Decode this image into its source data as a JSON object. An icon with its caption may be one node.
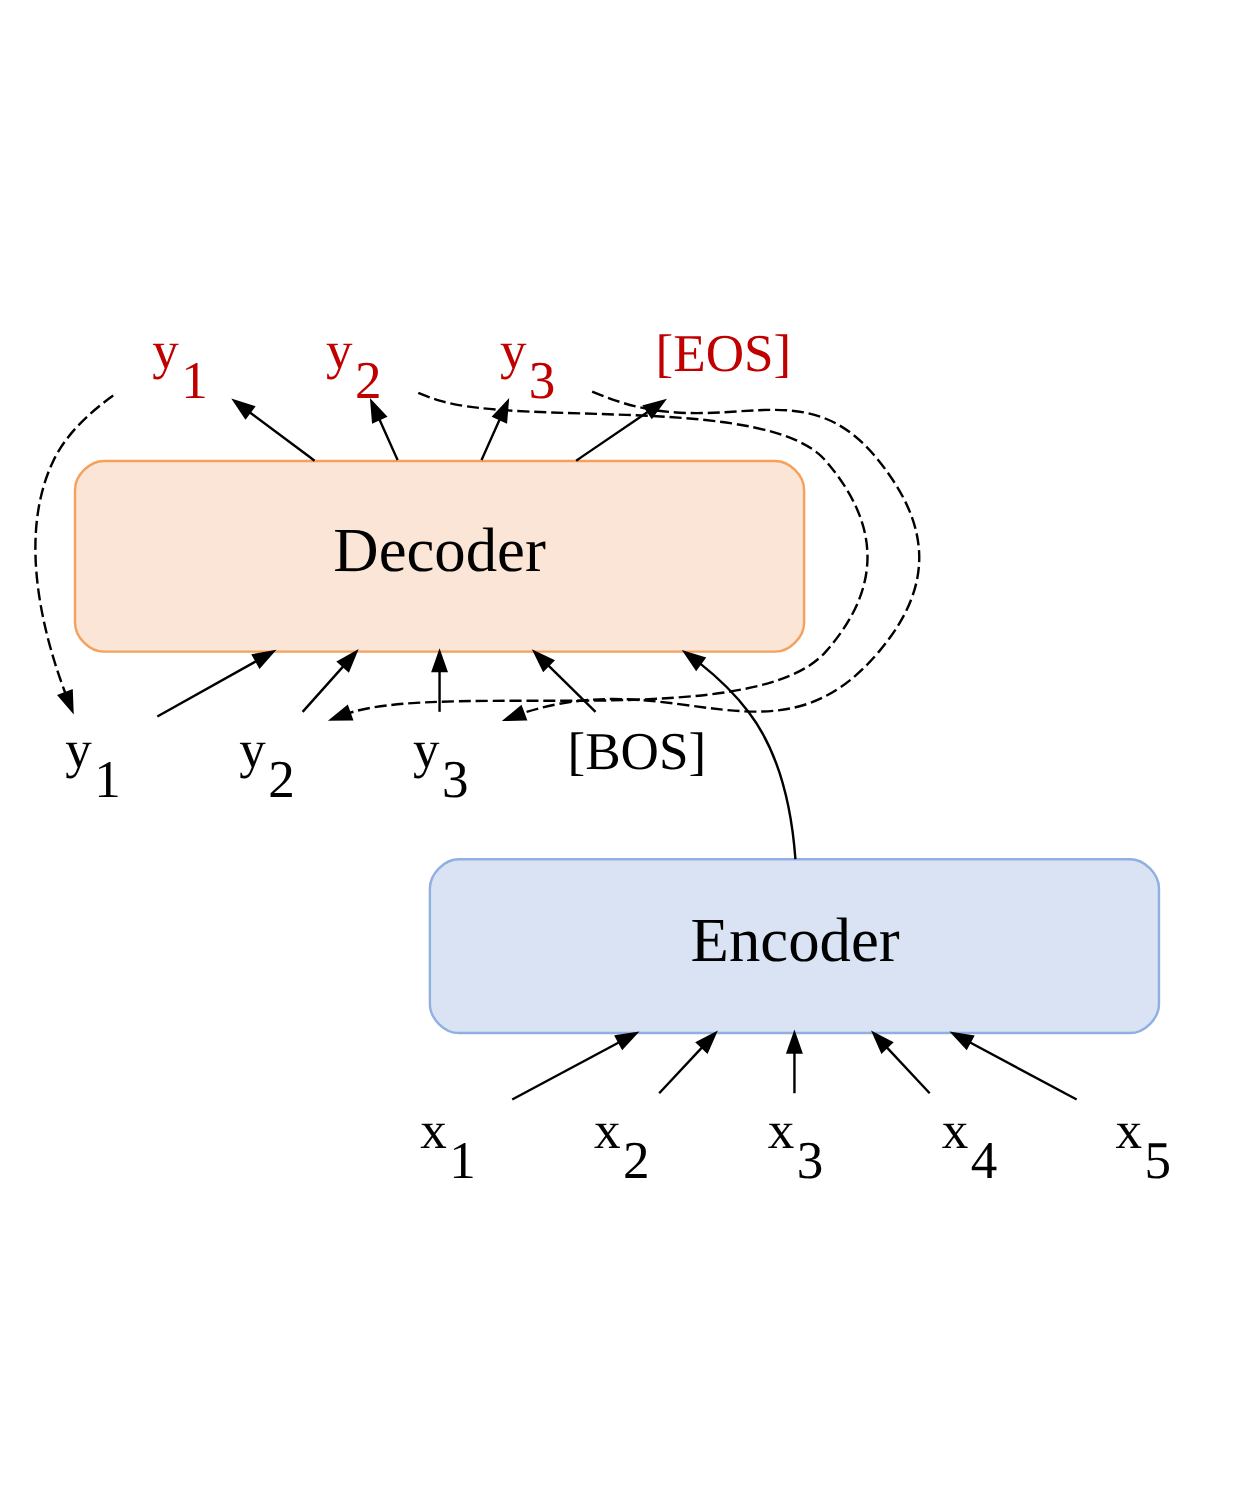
{
  "diagram": {
    "nodes": [
      {
        "text": [
          "Decoder"
        ]
      },
      {
        "text": [
          "Encoder"
        ]
      },
      {
        "text": [
          "y$_{1}$"
        ]
      },
      {
        "text": [
          "y$_{2}$"
        ]
      },
      {
        "text": [
          "y$_{3}$"
        ]
      },
      {
        "text": [
          "[EOS]"
        ]
      },
      {
        "text": [
          "[BOS]"
        ]
      },
      {
        "text": [
          "y$_{1}$"
        ]
      },
      {
        "text": [
          "y$_{2}$"
        ]
      },
      {
        "text": [
          "y$_{3}$"
        ]
      },
      {
        "text": [
          "x$_{1}$"
        ]
      },
      {
        "text": [
          "x$_{2}$"
        ]
      },
      {
        "text": [
          "x$_{3}$"
        ]
      },
      {
        "text": [
          "x$_{4}$"
        ]
      },
      {
        "text": [
          "x$_{5}$"
        ]
      }
    ],
    "edges": [
      {
        "from": 10,
        "to": 1,
        "arrow": "to"
      },
      {
        "from": 11,
        "to": 1,
        "arrow": "to"
      },
      {
        "from": 12,
        "to": 1,
        "arrow": "to"
      },
      {
        "from": 13,
        "to": 1,
        "arrow": "to"
      },
      {
        "from": 14,
        "to": 1,
        "arrow": "to"
      },
      {
        "from": 1,
        "to": 0,
        "arrow": "to"
      },
      {
        "from": 6,
        "to": 0,
        "arrow": "to"
      },
      {
        "from": 7,
        "to": 0,
        "arrow": "to"
      },
      {
        "from": 8,
        "to": 0,
        "arrow": "to"
      },
      {
        "from": 9,
        "to": 0,
        "arrow": "to"
      },
      {
        "from": 0,
        "to": 2,
        "arrow": "to"
      },
      {
        "from": 0,
        "to": 3,
        "arrow": "to"
      },
      {
        "from": 0,
        "to": 4,
        "arrow": "to"
      },
      {
        "from": 0,
        "to": 5,
        "arrow": "to"
      },
      {
        "from": 2,
        "to": 7,
        "arrow": "to",
        "style": "dashed"
      },
      {
        "from": 3,
        "to": 8,
        "arrow": "to",
        "style": "dashed"
      },
      {
        "from": 4,
        "to": 9,
        "arrow": "to",
        "style": "dashed"
      }
    ]
  }
}
